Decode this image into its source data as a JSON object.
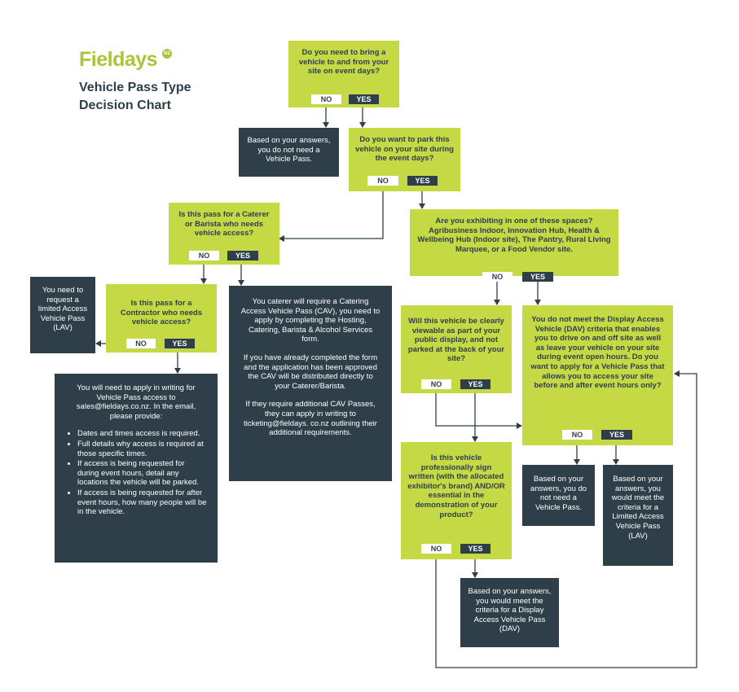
{
  "header": {
    "logo_text": "Fieldays",
    "logo_badge": "NZ",
    "title_line1": "Vehicle Pass Type",
    "title_line2": "Decision Chart"
  },
  "buttons": {
    "no": "NO",
    "yes": "YES"
  },
  "q1": {
    "text": "Do you need to bring a vehicle to and from your site on event days?"
  },
  "r_no_pass": {
    "text": "Based on your answers, you do not need a Vehicle Pass."
  },
  "q2": {
    "text": "Do you want to park this vehicle on your site during the event days?"
  },
  "q3": {
    "text": "Is this pass for a Caterer or Barista who needs vehicle access?"
  },
  "q4": {
    "text": "Are you exhibiting in one of these spaces? Agribusiness Indoor, Innovation Hub, Health & Wellbeing Hub (Indoor site), The Pantry, Rural Living Marquee, or a Food Vendor site."
  },
  "r_lav_request": {
    "text": "You need to request a limited Access Vehicle Pass (LAV)"
  },
  "q5": {
    "text": "Is this pass for a Contractor who needs vehicle access?"
  },
  "r_cav": {
    "p1": "You caterer will require a Catering Access Vehicle Pass (CAV), you need to apply by completing the Hosting, Catering, Barista & Alcohol Services form.",
    "p2": "If you have already completed the form and the application has been approved the CAV will be distributed directly to your Caterer/Barista.",
    "p3": "If they require additional CAV Passes, they can apply in writing to ticketing@fieldays. co.nz outlining their additional requirements."
  },
  "q6": {
    "text": "Will this vehicle be clearly viewable as part of your public display, and not parked at the back of your site?"
  },
  "q7": {
    "text": "You do not meet the Display Access Vehicle (DAV) criteria that enables you to drive on and off site as well as leave your vehicle on your site during event open hours. Do you want to apply for a Vehicle Pass that allows you to access your site before and after event hours only?"
  },
  "r_written": {
    "intro": "You will need to apply in writing for Vehicle Pass access to sales@fieldays.co.nz. In the email, please provide:",
    "items": [
      "Dates and times access is required.",
      "Full details why access is required at those specific times.",
      "If access is being requested for during event hours, detail any locations the vehicle will be parked.",
      "If access is being requested for after event hours, how many people will be in the vehicle."
    ]
  },
  "q8": {
    "text": "Is this vehicle professionally sign written (with the allocated exhibitor's brand) AND/OR essential in the demonstration of your product?"
  },
  "r_no_pass_2": {
    "text": "Based on your answers, you do not need a Vehicle Pass."
  },
  "r_lav_criteria": {
    "text": "Based on your answers, you would meet the criteria for a Limited Access Vehicle Pass (LAV)"
  },
  "r_dav": {
    "text": "Based on your answers, you would meet the criteria for a Display Access Vehicle Pass (DAV)"
  }
}
